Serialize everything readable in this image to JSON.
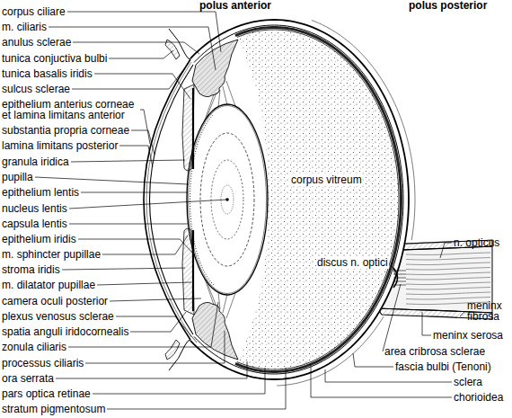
{
  "diagram": {
    "labels": [
      "polus anterior",
      "polus posterior",
      "corpus ciliare",
      "m. ciliaris",
      "anulus sclerae",
      "tunica conjuctiva bulbi",
      "tunica basalis iridis",
      "sulcus sclerae",
      "epithelium anterius corneae et lamina limitans anterior",
      "substantia propria corneae",
      "lamina limitans posterior",
      "granula iridica",
      "pupilla",
      "epithelium lentis",
      "nucleus lentis",
      "capsula lentis",
      "epithelium iridis",
      "m. sphincter pupillae",
      "stroma iridis",
      "m. dilatator pupillae",
      "camera oculi posterior",
      "plexus venosus sclerae",
      "spatia anguli iridocornealis",
      "zonula ciliaris",
      "processus ciliaris",
      "ora serrata",
      "pars optica retinae",
      "stratum pigmentosum",
      "corpus vitreum",
      "discus n. optici",
      "n. opticus",
      "meninx fibrosa",
      "meninx serosa",
      "area cribrosa sclerae",
      "fascia bulbi (Tenoni)",
      "sclera",
      "chorioidea"
    ]
  }
}
